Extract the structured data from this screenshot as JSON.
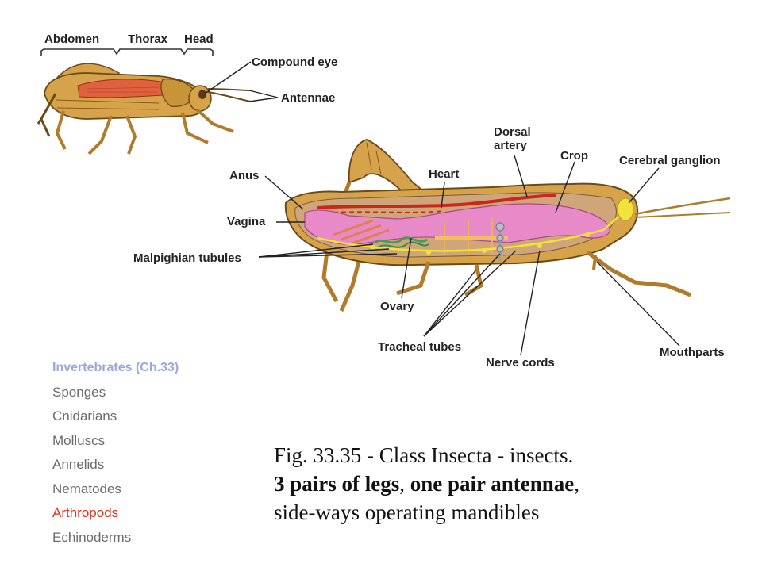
{
  "labels": {
    "abdomen": "Abdomen",
    "thorax": "Thorax",
    "head": "Head",
    "compound_eye": "Compound eye",
    "antennae": "Antennae",
    "dorsal_artery": "Dorsal\nartery",
    "crop": "Crop",
    "cerebral_ganglion": "Cerebral ganglion",
    "anus": "Anus",
    "heart": "Heart",
    "vagina": "Vagina",
    "malpighian_tubules": "Malpighian tubules",
    "ovary": "Ovary",
    "tracheal_tubes": "Tracheal tubes",
    "nerve_cords": "Nerve cords",
    "mouthparts": "Mouthparts"
  },
  "nav": {
    "heading": "Invertebrates (Ch.33)",
    "items": [
      "Sponges",
      "Cnidarians",
      "Molluscs",
      "Annelids",
      "Nematodes",
      "Arthropods",
      "Echinoderms"
    ],
    "active": "Arthropods"
  },
  "caption": {
    "line1": "Fig. 33.35 - Class Insecta - insects.",
    "bold_legs": "3 pairs of legs",
    "sep": ", ",
    "bold_antennae": "one pair antennae",
    "tail": ",",
    "line3": "side-ways operating mandibles"
  },
  "colors": {
    "body": "#d8a84a",
    "body_dark": "#6b4a1a",
    "wing_red": "#e06040",
    "gut_pink": "#e889c8",
    "heart_red": "#c8281e",
    "nerve_yellow": "#f2e23a",
    "malpighian_green": "#4a9a5a",
    "trachea_gray": "#9aa0a8",
    "nav_heading": "#9aa7dc",
    "nav_active": "#e0301e"
  }
}
